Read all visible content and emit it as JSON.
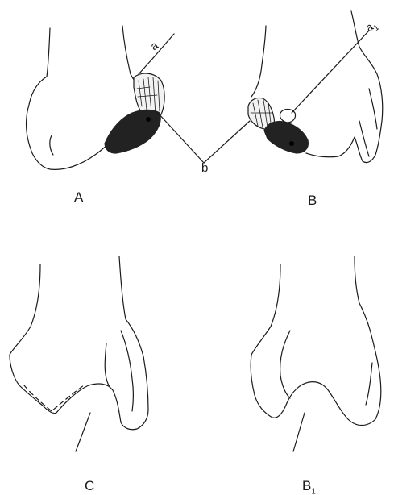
{
  "labels": {
    "figure_a": "A",
    "figure_b": "B",
    "figure_c": "C",
    "figure_b1_main": "B",
    "figure_b1_sub": "1",
    "pointer_a": "a",
    "pointer_a1_main": "a",
    "pointer_a1_sub": "1",
    "pointer_b": "b"
  },
  "colors": {
    "ink": "#1a1a1a",
    "dark_region": "#222222",
    "hatched_region": "#f2f2f2",
    "background": "#ffffff"
  }
}
